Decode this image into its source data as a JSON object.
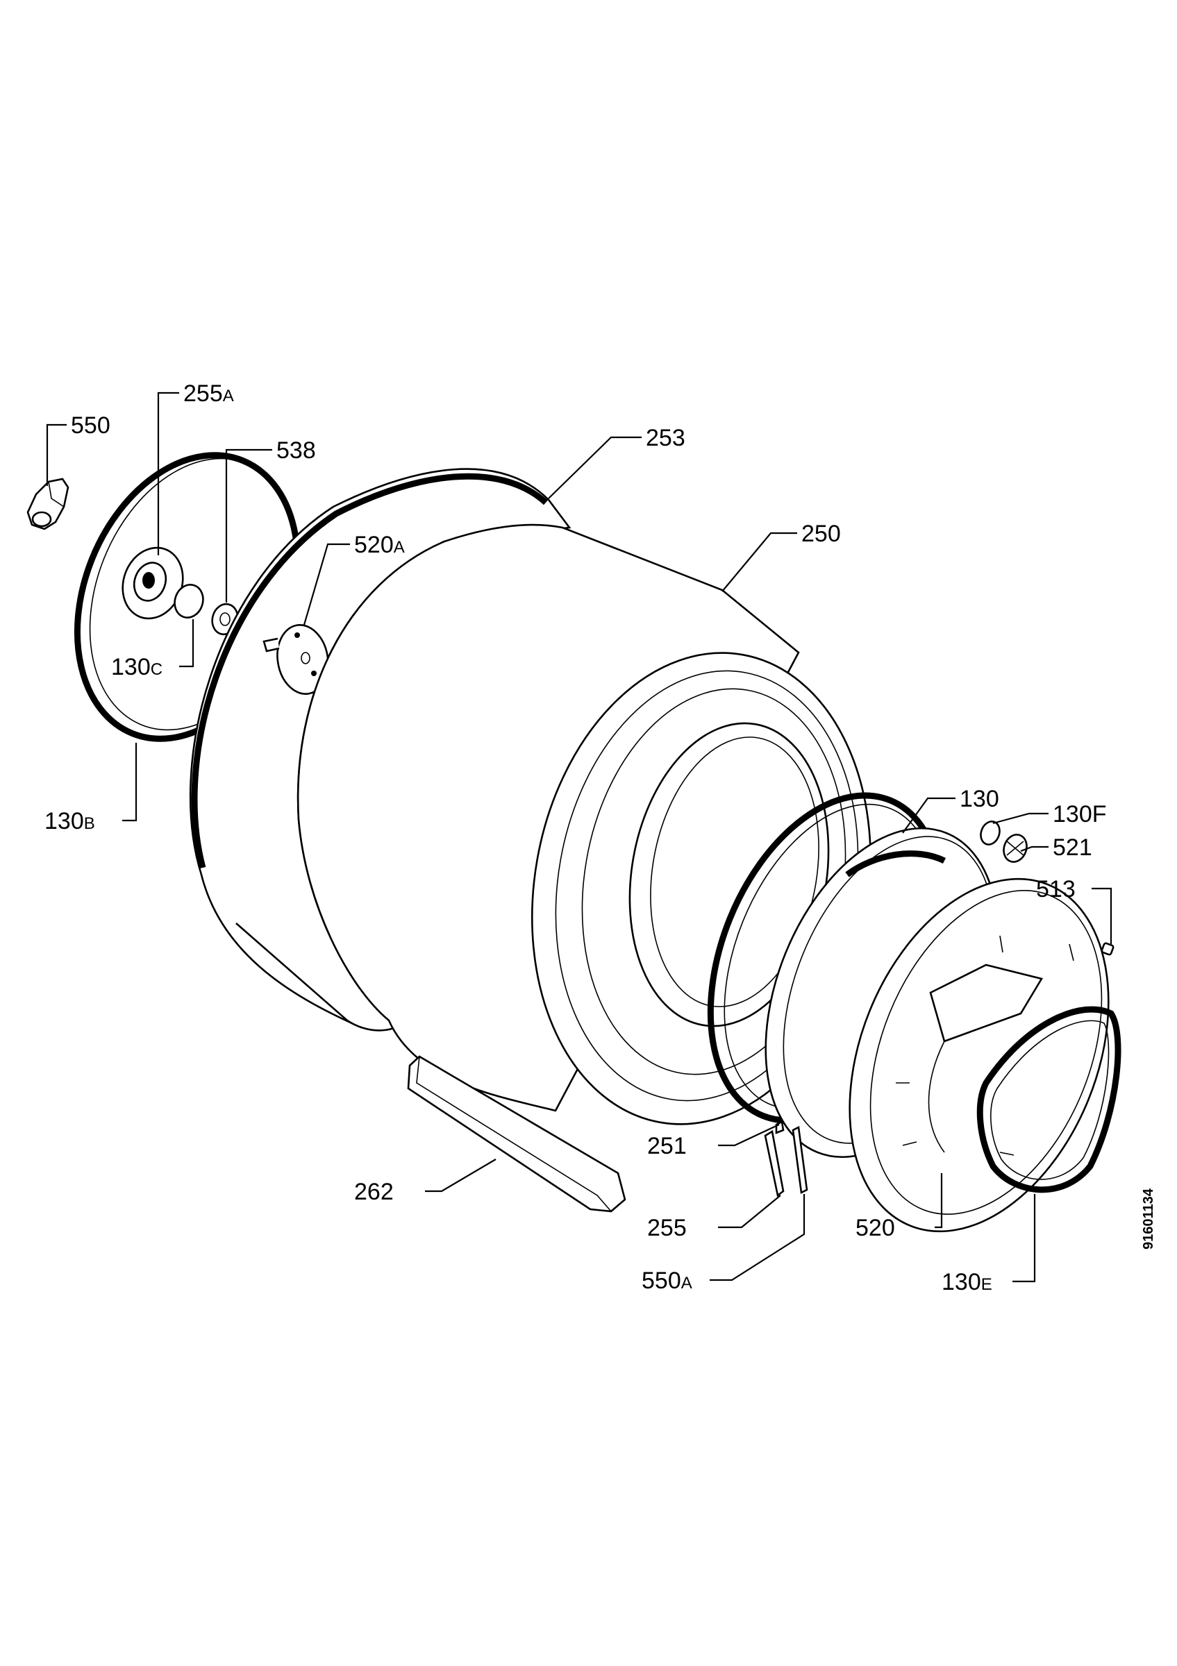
{
  "diagram": {
    "document_code": "91601134",
    "labels": {
      "p550": "550",
      "p255a": "255",
      "p255a_sub": "A",
      "p538": "538",
      "p253": "253",
      "p520a": "520",
      "p520a_sub": "A",
      "p250": "250",
      "p130c": "130",
      "p130c_sub": "C",
      "p130b": "130",
      "p130b_sub": "B",
      "p130": "130",
      "p130f": "130F",
      "p521": "521",
      "p513": "513",
      "p251": "251",
      "p262": "262",
      "p255": "255",
      "p520": "520",
      "p550a": "550",
      "p550a_sub": "A",
      "p130e": "130",
      "p130e_sub": "E"
    }
  }
}
